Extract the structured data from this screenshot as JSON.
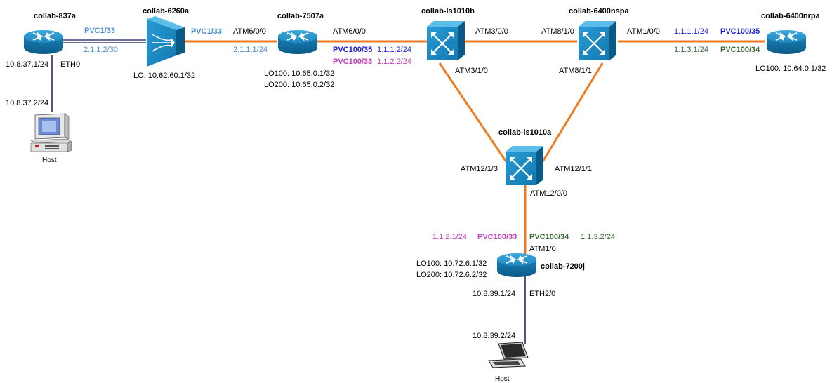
{
  "colors": {
    "atm_link": "#f07a20",
    "serial_link": "#1a1a60",
    "device_blue": "#1e8fc8",
    "device_dark": "#0a5f8a",
    "pvc35_blue": "#2020e0",
    "pvc33_magenta": "#c040c0",
    "pvc34_green": "#3a6a3a",
    "pvc1_lightblue": "#4a90d0"
  },
  "devices": {
    "r837": {
      "name": "collab-837a",
      "icon": "router-icon"
    },
    "dsl6260": {
      "name": "collab-6260a",
      "icon": "dslam-icon"
    },
    "r7507": {
      "name": "collab-7507a",
      "icon": "router-icon"
    },
    "ls1010b": {
      "name": "collab-ls1010b",
      "icon": "atm-switch-icon"
    },
    "nsp6400": {
      "name": "collab-6400nspa",
      "icon": "atm-switch-icon"
    },
    "nrp6400": {
      "name": "collab-6400nrpa",
      "icon": "router-icon"
    },
    "ls1010a": {
      "name": "collab-ls1010a",
      "icon": "atm-switch-icon"
    },
    "r7200": {
      "name": "collab-7200j",
      "icon": "router-icon"
    },
    "host1": {
      "name": "Host",
      "icon": "desktop-pc-icon"
    },
    "host2": {
      "name": "Host",
      "icon": "laptop-icon"
    }
  },
  "labels": {
    "r837_pvc": "PVC1/33",
    "r837_ip": "2.1.1.2/30",
    "r837_eth_ip": "10.8.37.1/24",
    "r837_eth": "ETH0",
    "host1_ip": "10.8.37.2/24",
    "dsl_pvc": "PVC1/33",
    "dsl_lo": "LO: 10.62.60.1/32",
    "r7507_atm_left": "ATM6/0/0",
    "r7507_ip_left": "2.1.1.1/24",
    "r7507_atm_right": "ATM6/0/0",
    "r7507_pvc35": "PVC100/35",
    "r7507_pvc35_ip": "1.1.1.2/24",
    "r7507_pvc33": "PVC100/33",
    "r7507_pvc33_ip": "1.1.2.2/24",
    "r7507_lo100": "LO100: 10.65.0.1/32",
    "r7507_lo200": "LO200: 10.65.0.2/32",
    "ls1010b_atm300": "ATM3/0/0",
    "ls1010b_atm310": "ATM3/1/0",
    "nsp_atm810": "ATM8/1/0",
    "nsp_atm811": "ATM8/1/1",
    "nsp_atm100": "ATM1/0/0",
    "nrp_ip35": "1.1.1.1/24",
    "nrp_pvc35": "PVC100/35",
    "nrp_ip34": "1.1.3.1/24",
    "nrp_pvc34": "PVC100/34",
    "nrp_lo100": "LO100: 10.64.0.1/32",
    "ls1010a_atm1213": "ATM12/1/3",
    "ls1010a_atm1211": "ATM12/1/1",
    "ls1010a_atm1200": "ATM12/0/0",
    "r7200_ip33": "1.1.2.1/24",
    "r7200_pvc33": "PVC100/33",
    "r7200_pvc34": "PVC100/34",
    "r7200_ip34": "1.1.3.2/24",
    "r7200_atm": "ATM1/0",
    "r7200_lo100": "LO100: 10.72.6.1/32",
    "r7200_lo200": "LO200: 10.72.6.2/32",
    "r7200_eth_ip": "10.8.39.1/24",
    "r7200_eth": "ETH2/0",
    "host2_ip": "10.8.39.2/24"
  }
}
